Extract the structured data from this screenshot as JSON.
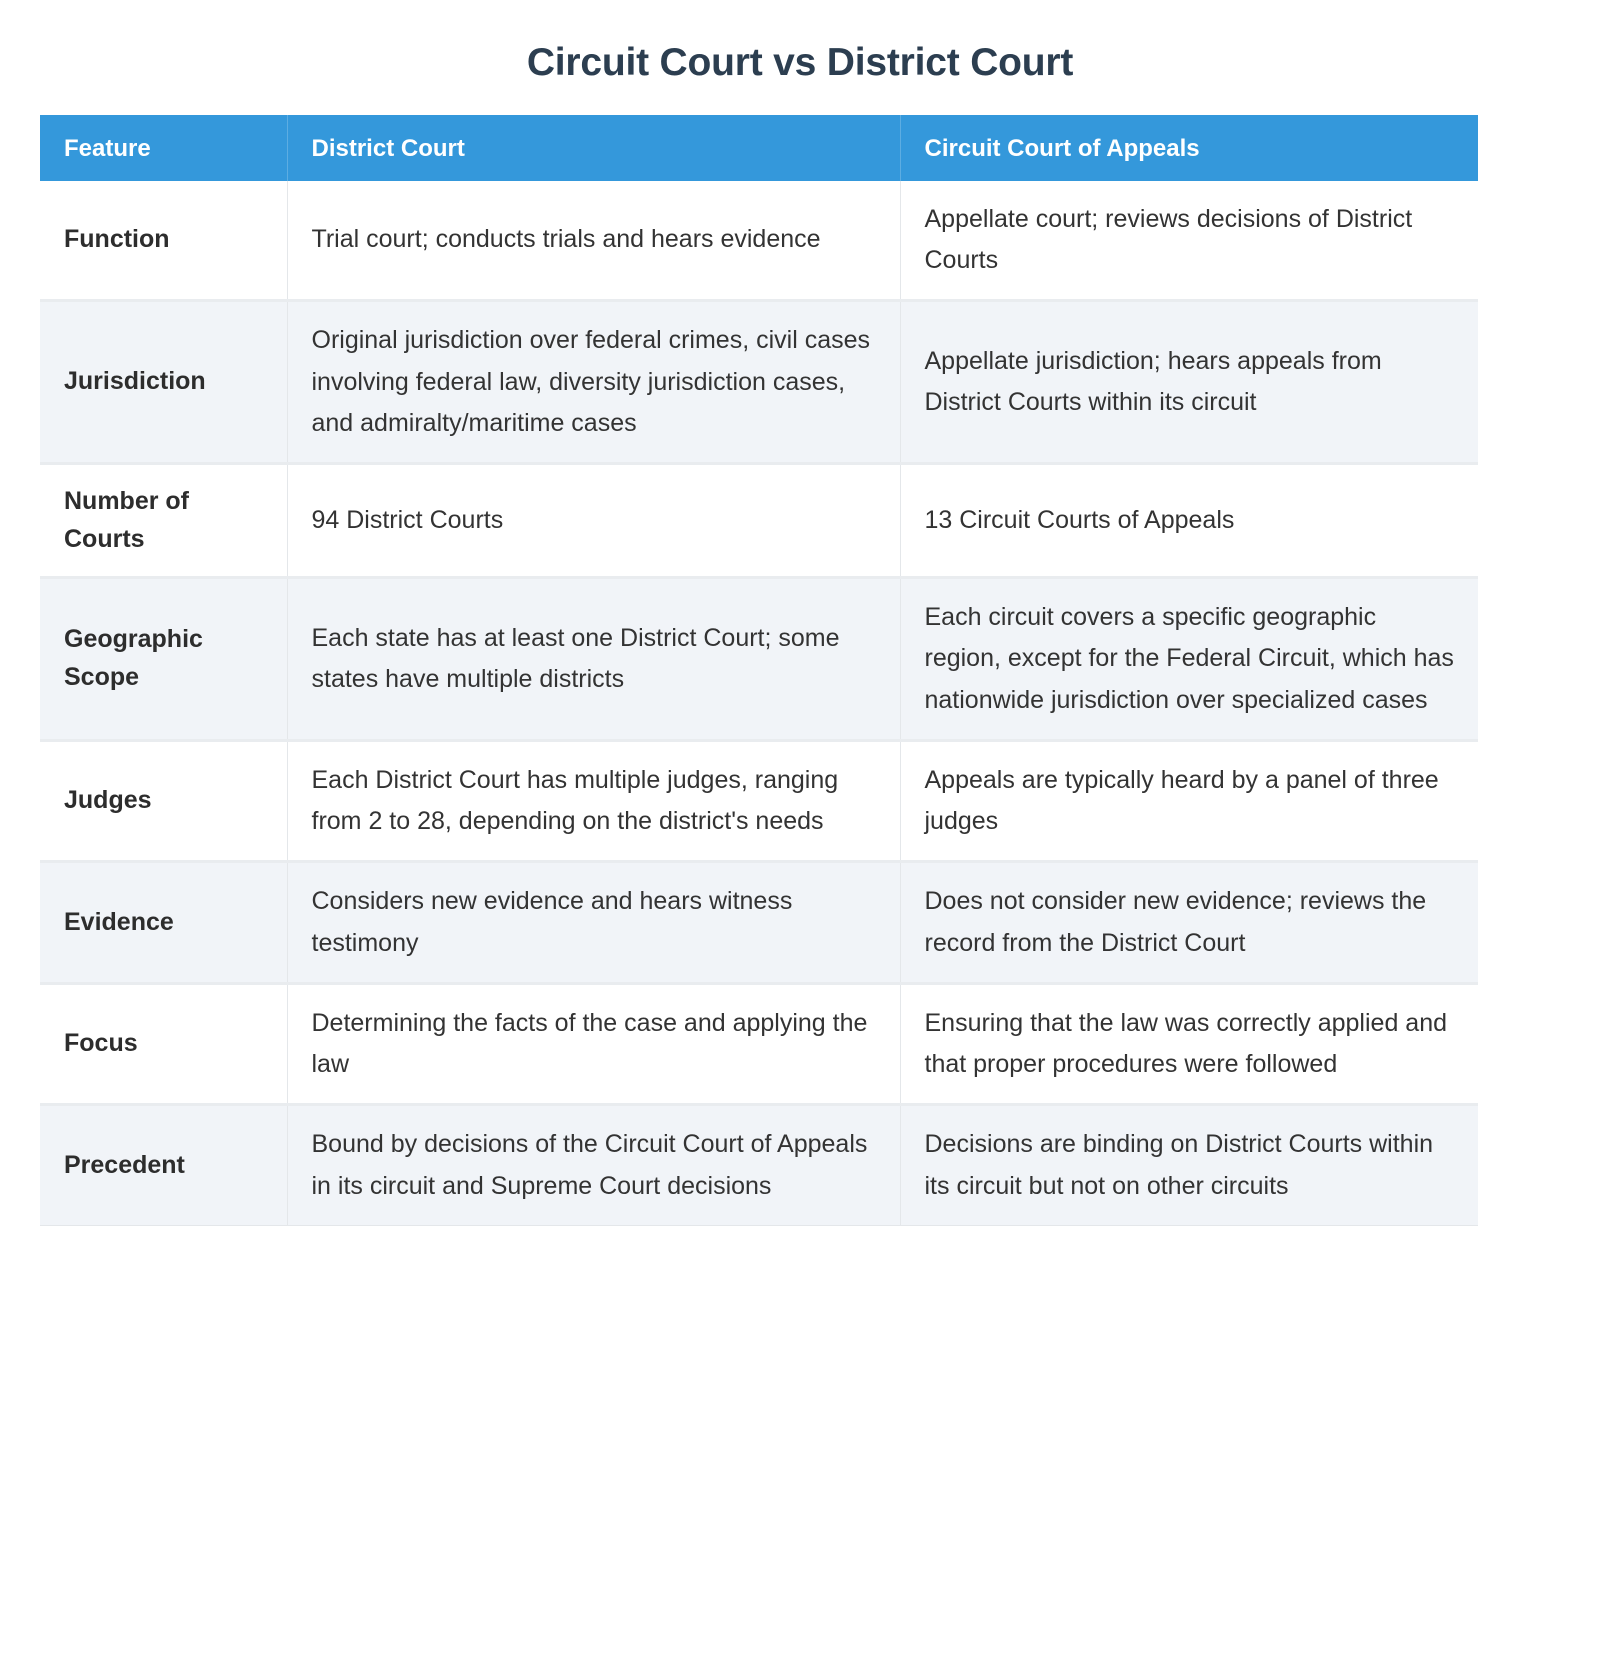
{
  "title": "Circuit Court vs District Court",
  "theme": {
    "header_bg": "#3498db",
    "header_text": "#ffffff",
    "title_color": "#2c3e50",
    "alt_row_bg": "#f1f4f8",
    "body_text": "#333333",
    "border": "#e9ecef"
  },
  "table": {
    "columns": [
      {
        "label": "Feature"
      },
      {
        "label": "District Court"
      },
      {
        "label": "Circuit Court of Appeals"
      }
    ],
    "rows": [
      {
        "feature": "Function",
        "district": "Trial court; conducts trials and hears evidence",
        "circuit": "Appellate court; reviews decisions of District Courts"
      },
      {
        "feature": "Jurisdiction",
        "district": "Original jurisdiction over federal crimes, civil cases involving federal law, diversity jurisdiction cases, and admiralty/maritime cases",
        "circuit": "Appellate jurisdiction; hears appeals from District Courts within its circuit"
      },
      {
        "feature": "Number of Courts",
        "district": "94 District Courts",
        "circuit": "13 Circuit Courts of Appeals"
      },
      {
        "feature": "Geographic Scope",
        "district": "Each state has at least one District Court; some states have multiple districts",
        "circuit": "Each circuit covers a specific geographic region, except for the Federal Circuit, which has nationwide jurisdiction over specialized cases"
      },
      {
        "feature": "Judges",
        "district": "Each District Court has multiple judges, ranging from 2 to 28, depending on the district's needs",
        "circuit": "Appeals are typically heard by a panel of three judges"
      },
      {
        "feature": "Evidence",
        "district": "Considers new evidence and hears witness testimony",
        "circuit": "Does not consider new evidence; reviews the record from the District Court"
      },
      {
        "feature": "Focus",
        "district": "Determining the facts of the case and applying the law",
        "circuit": "Ensuring that the law was correctly applied and that proper procedures were followed"
      },
      {
        "feature": "Precedent",
        "district": "Bound by decisions of the Circuit Court of Appeals in its circuit and Supreme Court decisions",
        "circuit": "Decisions are binding on District Courts within its circuit but not on other circuits"
      }
    ]
  }
}
